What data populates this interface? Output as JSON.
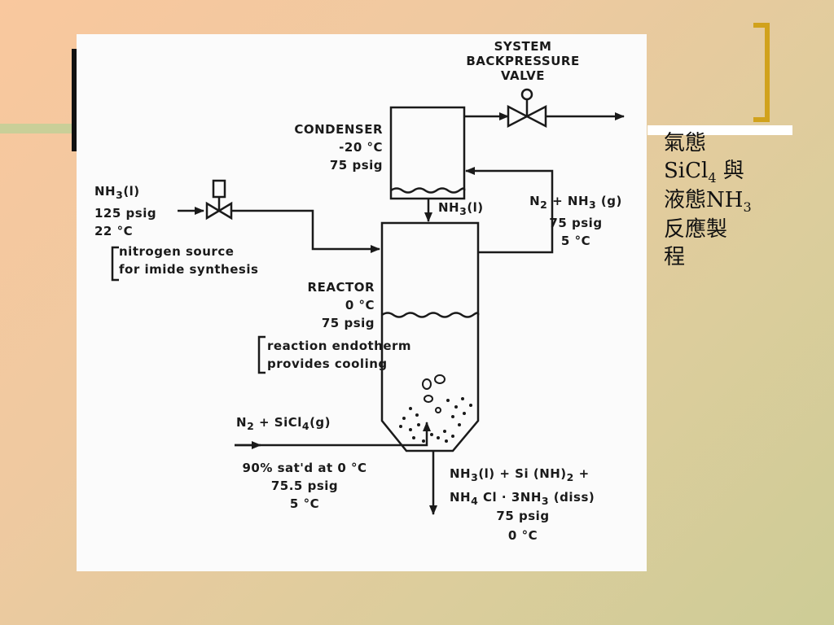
{
  "side_text": {
    "line1": "氣態",
    "line2_a": "SiCl",
    "line2_sub": "4",
    "line2_b": " 與",
    "line3_a": "液態NH",
    "line3_sub": "3",
    "line4": "反應製",
    "line5": "程"
  },
  "diagram": {
    "backpressure_valve": {
      "line1": "SYSTEM",
      "line2": "BACKPRESSURE",
      "line3": "VALVE"
    },
    "condenser": {
      "name": "CONDENSER",
      "temp": "-20 °C",
      "pressure": "75 psig"
    },
    "nh3_feed": {
      "species_a": "NH",
      "species_sub": "3",
      "species_b": "(l)",
      "pressure": "125 psig",
      "temp": "22 °C",
      "note1": "nitrogen source",
      "note2": "for imide synthesis"
    },
    "nh3_condensate": {
      "species_a": "NH",
      "species_sub": "3",
      "species_b": "(l)"
    },
    "offgas": {
      "n_a": "N",
      "n_sub": "2",
      "mid": " + NH",
      "h_sub": "3",
      "end": " (g)",
      "pressure": "75 psig",
      "temp": "5 °C"
    },
    "reactor": {
      "name": "REACTOR",
      "temp": "0 °C",
      "pressure": "75 psig",
      "note1": "reaction endotherm",
      "note2": "provides cooling"
    },
    "gas_feed": {
      "n_a": "N",
      "n_sub": "2",
      "mid": " + SiCl",
      "s_sub": "4",
      "end": "(g)",
      "line1": "90% sat'd at 0 °C",
      "pressure": "75.5 psig",
      "temp": "5 °C"
    },
    "product": {
      "l1_a": "NH",
      "l1_s1": "3",
      "l1_b": "(l) + Si (NH)",
      "l1_s2": "2",
      "l1_c": " +",
      "l2_a": "NH",
      "l2_s1": "4",
      "l2_b": " Cl · 3NH",
      "l2_s2": "3",
      "l2_c": " (diss)",
      "pressure": "75 psig",
      "temp": "0 °C"
    }
  }
}
